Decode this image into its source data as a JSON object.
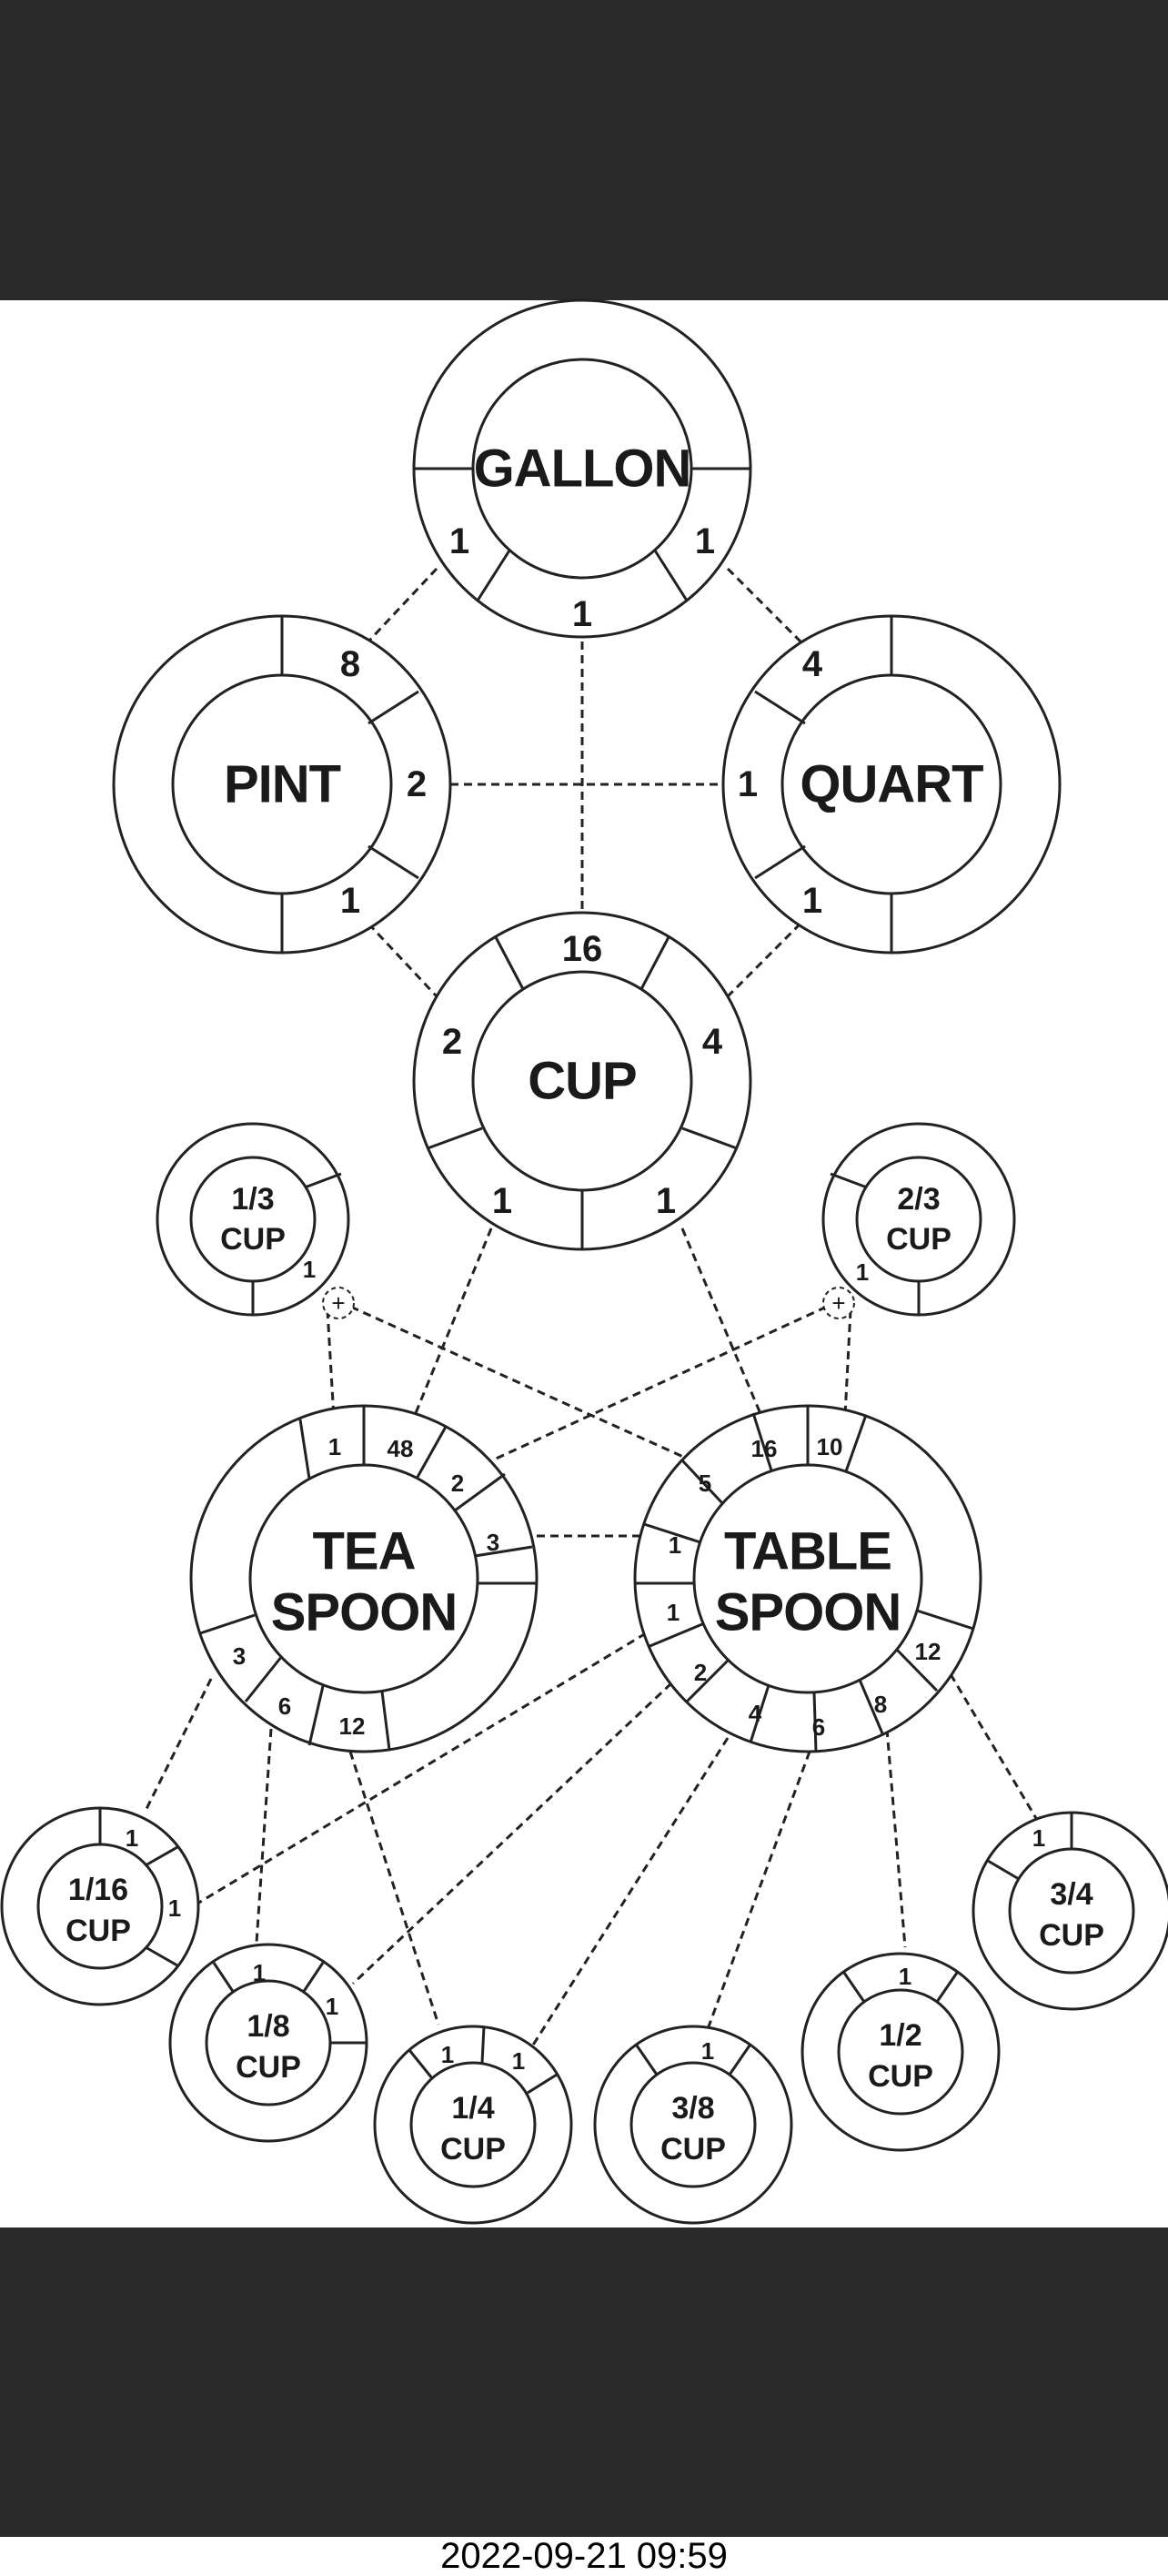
{
  "timestamp": "2022-09-21 09:59",
  "nodes": {
    "gallon": {
      "name": "GALLON",
      "values": [
        "1",
        "1",
        "1"
      ]
    },
    "pint": {
      "name": "PINT",
      "values": [
        "8",
        "2",
        "1"
      ]
    },
    "quart": {
      "name": "QUART",
      "values": [
        "4",
        "1",
        "1"
      ]
    },
    "cup": {
      "name": "CUP",
      "values": [
        "16",
        "2",
        "4",
        "1",
        "1"
      ]
    },
    "third_cup": {
      "name_line1": "1/3",
      "name_line2": "CUP",
      "values": [
        "1"
      ]
    },
    "two_thirds_cup": {
      "name_line1": "2/3",
      "name_line2": "CUP",
      "values": [
        "1"
      ]
    },
    "teaspoon": {
      "name_line1": "TEA",
      "name_line2": "SPOON",
      "values": [
        "1",
        "48",
        "2",
        "3",
        "3",
        "6",
        "12"
      ]
    },
    "tablespoon": {
      "name_line1": "TABLE",
      "name_line2": "SPOON",
      "values": [
        "16",
        "10",
        "5",
        "1",
        "1",
        "2",
        "4",
        "6",
        "8",
        "12"
      ]
    },
    "sixteenth_cup": {
      "name_line1": "1/16",
      "name_line2": "CUP",
      "values": [
        "1",
        "1"
      ]
    },
    "eighth_cup": {
      "name_line1": "1/8",
      "name_line2": "CUP",
      "values": [
        "1",
        "1"
      ]
    },
    "quarter_cup": {
      "name_line1": "1/4",
      "name_line2": "CUP",
      "values": [
        "1",
        "1"
      ]
    },
    "three_eighths_cup": {
      "name_line1": "3/8",
      "name_line2": "CUP",
      "values": [
        "1"
      ]
    },
    "half_cup": {
      "name_line1": "1/2",
      "name_line2": "CUP",
      "values": [
        "1"
      ]
    },
    "three_quarters_cup": {
      "name_line1": "3/4",
      "name_line2": "CUP",
      "values": [
        "1"
      ]
    }
  },
  "plus_marks": [
    "+",
    "+"
  ]
}
